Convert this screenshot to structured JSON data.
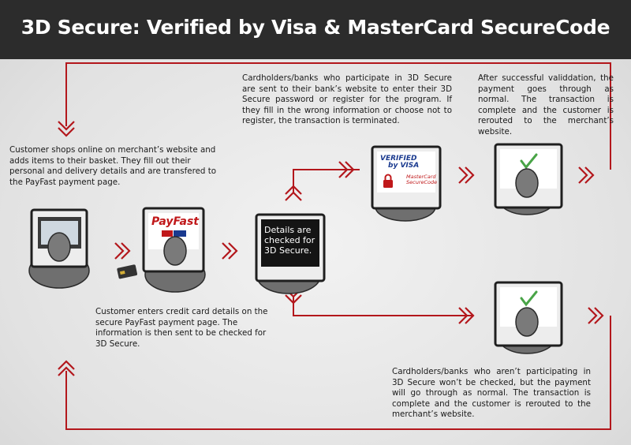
{
  "header": {
    "title": "3D Secure: Verified by Visa & MasterCard SecureCode"
  },
  "colors": {
    "header_bg": "#2c2c2c",
    "flow_line": "#b3171c",
    "background": "#e6e6e6"
  },
  "steps": {
    "shop": "Customer shops online on merchant’s website and adds items to their basket. They fill out their personal and delivery details and are transfered to the PayFast payment page.",
    "enter_card": "Customer enters credit card details on the secure PayFast payment page. The information is then sent to be checked for 3D Secure.",
    "participating": "Cardholders/banks who participate in 3D Secure are sent to their bank’s website to enter their 3D Secure password or register for the program. If they fill in the wrong information or choose not to register, the transaction is terminated.",
    "success": "After successful validdation, the payment goes through as normal. The transaction is complete and the customer is rerouted to the merchant’s website.",
    "non_participating": "Cardholders/banks who aren’t participating in 3D Secure won’t be checked, but the payment will go through as normal. The transaction is complete and the customer is rerouted to the merchant’s website."
  },
  "screens": {
    "check_label": "Details are checked for 3D Secure.",
    "payfast_logo": "PayFast",
    "verified_line1": "VERIFIED",
    "verified_line2": "by VISA",
    "mastercard_line1": "MasterCard",
    "mastercard_line2": "SecureCode"
  },
  "icons": {
    "screen_check": "checkmark-icon",
    "lock": "padlock-icon",
    "card": "credit-card-icon",
    "flow_arrow": "double-chevron-icon"
  }
}
